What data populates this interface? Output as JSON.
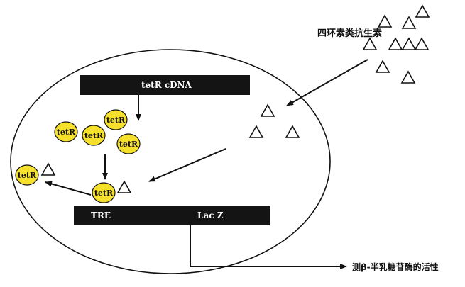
{
  "labels": {
    "tetracycline": "四环素类抗生素",
    "tetr_cdna": "tetR cDNA",
    "tre": "TRE",
    "lacz": "Lac Z",
    "assay": "测β-半乳糖苷酶的活性"
  },
  "tetr_protein_label": "tetR",
  "colors": {
    "protein_fill": "#f5e12c",
    "bar": "#141414",
    "stroke": "#111111"
  },
  "tetr_proteins": [
    {
      "id": "free-1"
    },
    {
      "id": "free-2"
    },
    {
      "id": "free-3"
    },
    {
      "id": "free-4"
    },
    {
      "id": "released"
    },
    {
      "id": "bound"
    }
  ],
  "icons": {
    "molecule": "triangle-icon",
    "arrow": "arrow-icon"
  }
}
